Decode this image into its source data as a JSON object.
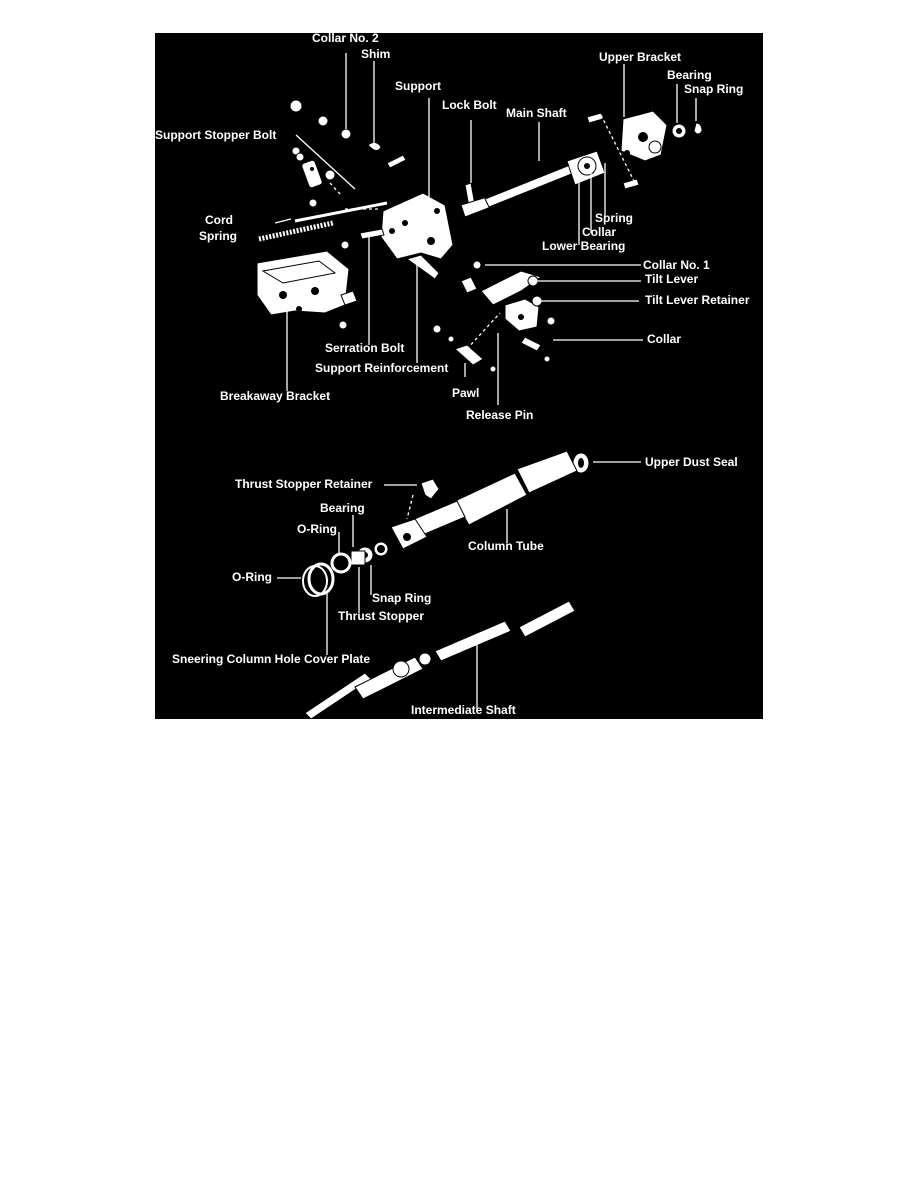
{
  "diagram": {
    "background_color": "#000000",
    "line_color": "#ffffff",
    "labels": {
      "collar_no2": "Collar No. 2",
      "shim": "Shim",
      "support": "Support",
      "upper_bracket": "Upper Bracket",
      "bearing_top": "Bearing",
      "snap_ring_top": "Snap Ring",
      "lock_bolt": "Lock Bolt",
      "main_shaft": "Main Shaft",
      "support_stopper_bolt": "Support Stopper Bolt",
      "cord": "Cord",
      "spring_left": "Spring",
      "spring_right": "Spring",
      "collar_right": "Collar",
      "lower_bearing": "Lower Bearing",
      "collar_no1": "Collar No. 1",
      "tilt_lever": "Tilt Lever",
      "tilt_lever_retainer": "Tilt Lever Retainer",
      "collar_lower": "Collar",
      "serration_bolt": "Serration Bolt",
      "support_reinforcement": "Support Reinforcement",
      "pawl": "Pawl",
      "breakaway_bracket": "Breakaway Bracket",
      "release_pin": "Release Pin",
      "upper_dust_seal": "Upper Dust Seal",
      "thrust_stopper_retainer": "Thrust Stopper Retainer",
      "bearing_mid": "Bearing",
      "o_ring_top": "O-Ring",
      "column_tube": "Column Tube",
      "o_ring_left": "O-Ring",
      "snap_ring_mid": "Snap Ring",
      "thrust_stopper": "Thrust Stopper",
      "hole_cover_plate": "Sneering Column Hole Cover Plate",
      "intermediate_shaft": "Intermediate Shaft"
    }
  }
}
